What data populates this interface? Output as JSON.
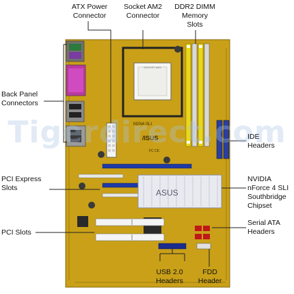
{
  "labels": {
    "atx_power": "ATX Power\nConnector",
    "socket_am2": "Socket AM2\nConnector",
    "ddr2": "DDR2 DIMM\nMemory\nSlots",
    "back_panel": "Back Panel\nConnectors",
    "ide": "IDE\nHeaders",
    "pcie": "PCI Express\nSlots",
    "nvidia": "NVIDIA\nnForce 4 SLI\nSouthbridge\nChipset",
    "pci": "PCI Slots",
    "sata": "Serial ATA\nHeaders",
    "usb": "USB 2.0\nHeaders",
    "fdd": "FDD\nHeader"
  },
  "board": {
    "model": "M2N4-SLI",
    "brand": "/ISUS",
    "chip_brand": "ASUS",
    "cpu_text": "SOCKET AM2",
    "ce_mark": "FC CE"
  },
  "watermark": "Tigerdirect.com",
  "colors": {
    "pcb": "#c9a018",
    "pcb_dark": "#a88210",
    "dimm_yellow": "#e8d81a",
    "dimm_gray": "#c8c8c8",
    "ide_blue": "#2a3fa0",
    "pcie_blue": "#1e3aa8",
    "heatsink": "#e8eaf0",
    "sata_red": "#c01818",
    "usb_blue": "#1a2c8c",
    "leader": "#222222"
  }
}
